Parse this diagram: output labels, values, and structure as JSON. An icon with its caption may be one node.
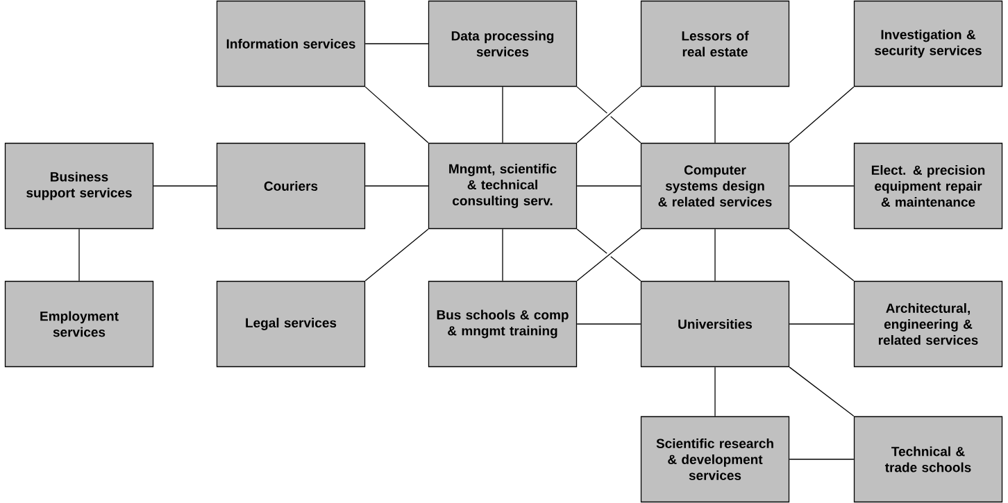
{
  "diagram": {
    "nodes": [
      {
        "text": [
          "Information services"
        ]
      },
      {
        "text": [
          "Data processing services"
        ]
      },
      {
        "text": [
          "Lessors of real estate"
        ]
      },
      {
        "text": [
          "Investigation & security services"
        ]
      },
      {
        "text": [
          "Business support services"
        ]
      },
      {
        "text": [
          "Couriers"
        ]
      },
      {
        "text": [
          "Mngmt, scientific & technical consulting serv."
        ]
      },
      {
        "text": [
          "Computer systems design & related services"
        ]
      },
      {
        "text": [
          "Elect. & precision equipment repair & maintenance"
        ]
      },
      {
        "text": [
          "Employment services"
        ]
      },
      {
        "text": [
          "Legal services"
        ]
      },
      {
        "text": [
          "Bus schools & comp & mngmt training"
        ]
      },
      {
        "text": [
          "Universities"
        ]
      },
      {
        "text": [
          "Architectural, engineering & related services"
        ]
      },
      {
        "text": [
          "Scientific research & development services"
        ]
      },
      {
        "text": [
          "Technical & trade schools"
        ]
      }
    ],
    "edges": [
      {
        "from": 0,
        "to": 1,
        "arrow": "none"
      },
      {
        "from": 0,
        "to": 6,
        "arrow": "none"
      },
      {
        "from": 1,
        "to": 6,
        "arrow": "none"
      },
      {
        "from": 1,
        "to": 7,
        "arrow": "none"
      },
      {
        "from": 2,
        "to": 6,
        "arrow": "none"
      },
      {
        "from": 2,
        "to": 7,
        "arrow": "none"
      },
      {
        "from": 3,
        "to": 7,
        "arrow": "none"
      },
      {
        "from": 4,
        "to": 5,
        "arrow": "none"
      },
      {
        "from": 4,
        "to": 9,
        "arrow": "none"
      },
      {
        "from": 5,
        "to": 6,
        "arrow": "none"
      },
      {
        "from": 6,
        "to": 7,
        "arrow": "none"
      },
      {
        "from": 7,
        "to": 8,
        "arrow": "none"
      },
      {
        "from": 6,
        "to": 10,
        "arrow": "none"
      },
      {
        "from": 6,
        "to": 11,
        "arrow": "none"
      },
      {
        "from": 6,
        "to": 12,
        "arrow": "none"
      },
      {
        "from": 7,
        "to": 11,
        "arrow": "none"
      },
      {
        "from": 7,
        "to": 12,
        "arrow": "none"
      },
      {
        "from": 7,
        "to": 13,
        "arrow": "none"
      },
      {
        "from": 11,
        "to": 12,
        "arrow": "none"
      },
      {
        "from": 12,
        "to": 13,
        "arrow": "none"
      },
      {
        "from": 12,
        "to": 14,
        "arrow": "none"
      },
      {
        "from": 12,
        "to": 15,
        "arrow": "none"
      },
      {
        "from": 14,
        "to": 15,
        "arrow": "none"
      }
    ]
  }
}
